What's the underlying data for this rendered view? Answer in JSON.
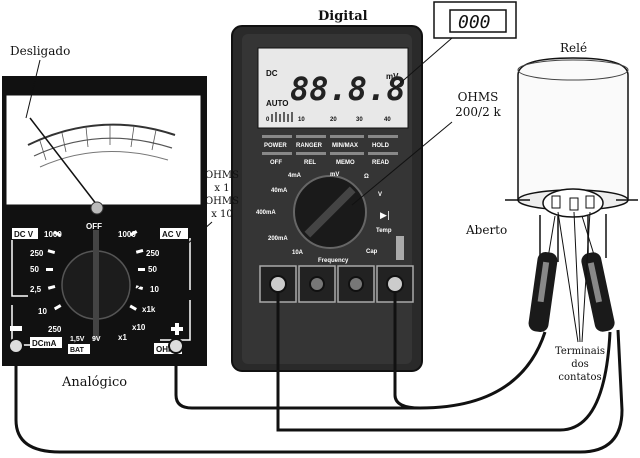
{
  "labels": {
    "title_digital": "Digital",
    "desligado": "Desligado",
    "rele": "Relé",
    "aberto": "Aberto",
    "analogico": "Analógico",
    "terminais": [
      "Terminais",
      "dos",
      "contatos"
    ],
    "ohms_analog": [
      "OHMS",
      "x 1",
      "OHMS",
      "x 10"
    ],
    "ohms_digital": [
      "OHMS",
      "200/2 k"
    ]
  },
  "digital_meter": {
    "zoom_reading": "000",
    "main_reading": "88.8.8",
    "dc": "DC",
    "auto": "AUTO",
    "unit": "mV",
    "bar_ticks": [
      "0",
      "10",
      "20",
      "30",
      "40"
    ],
    "buttons_top": [
      "POWER",
      "RANGER",
      "MIN/MAX",
      "HOLD"
    ],
    "buttons_bottom": [
      "OFF",
      "REL",
      "MEMO",
      "READ"
    ],
    "dial_labels": [
      "4mA",
      "40mA",
      "400mA",
      "200mA",
      "10A",
      "Frequency",
      "Cap",
      "Temp",
      "V",
      "Ω",
      "mV"
    ]
  },
  "analog_meter": {
    "left_scale": [
      "DC V",
      "1000",
      "250",
      "50",
      "2,5",
      "10",
      "250",
      "DCmA"
    ],
    "right_scale": [
      "AC V",
      "1000",
      "250",
      "50",
      "10",
      "x1k",
      "x10",
      "x1",
      "OHM"
    ],
    "off": "OFF",
    "bat": [
      "1,5V",
      "BAT",
      "9V"
    ],
    "minus": "−",
    "plus": "+"
  }
}
